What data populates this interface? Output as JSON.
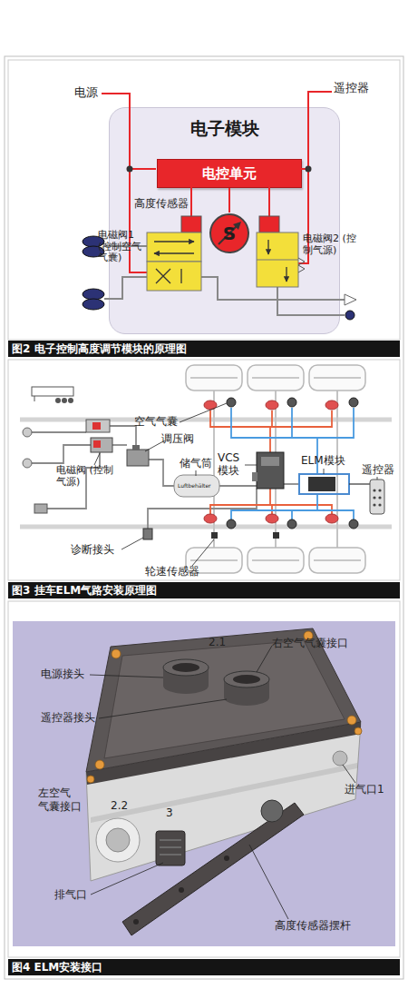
{
  "diagram": {
    "nodes": [
      {
        "text": [
          "电子模块"
        ]
      },
      {
        "text": [
          "电控单元"
        ],
        "in": 0
      },
      {
        "text": [
          "S"
        ],
        "in": 0
      }
    ],
    "edges": [
      {
        "from": 1,
        "to": 2,
        "arrow": "none"
      }
    ],
    "labels": [
      "电源",
      "遥控器",
      "高度传感器",
      "电磁阀1 (控制空气气囊)",
      "电磁阀2 (控制气源)",
      "图2 电子控制高度调节模块的原理图",
      "空气气囊",
      "调压阀",
      "储气筒",
      "VCS 模块",
      "ELM模块",
      "遥控器",
      "电磁阀 (控制气源)",
      "Luftbehälter",
      "诊断接头",
      "轮速传感器",
      "图3 挂车ELM气路安装原理图",
      "电源接头",
      "2.1",
      "右空气气囊接口",
      "遥控器接头",
      "进气口1",
      "左空气 气囊接口",
      "2.2",
      "3",
      "排气口",
      "高度传感器摆杆",
      "图4 ELM安装接口"
    ]
  }
}
